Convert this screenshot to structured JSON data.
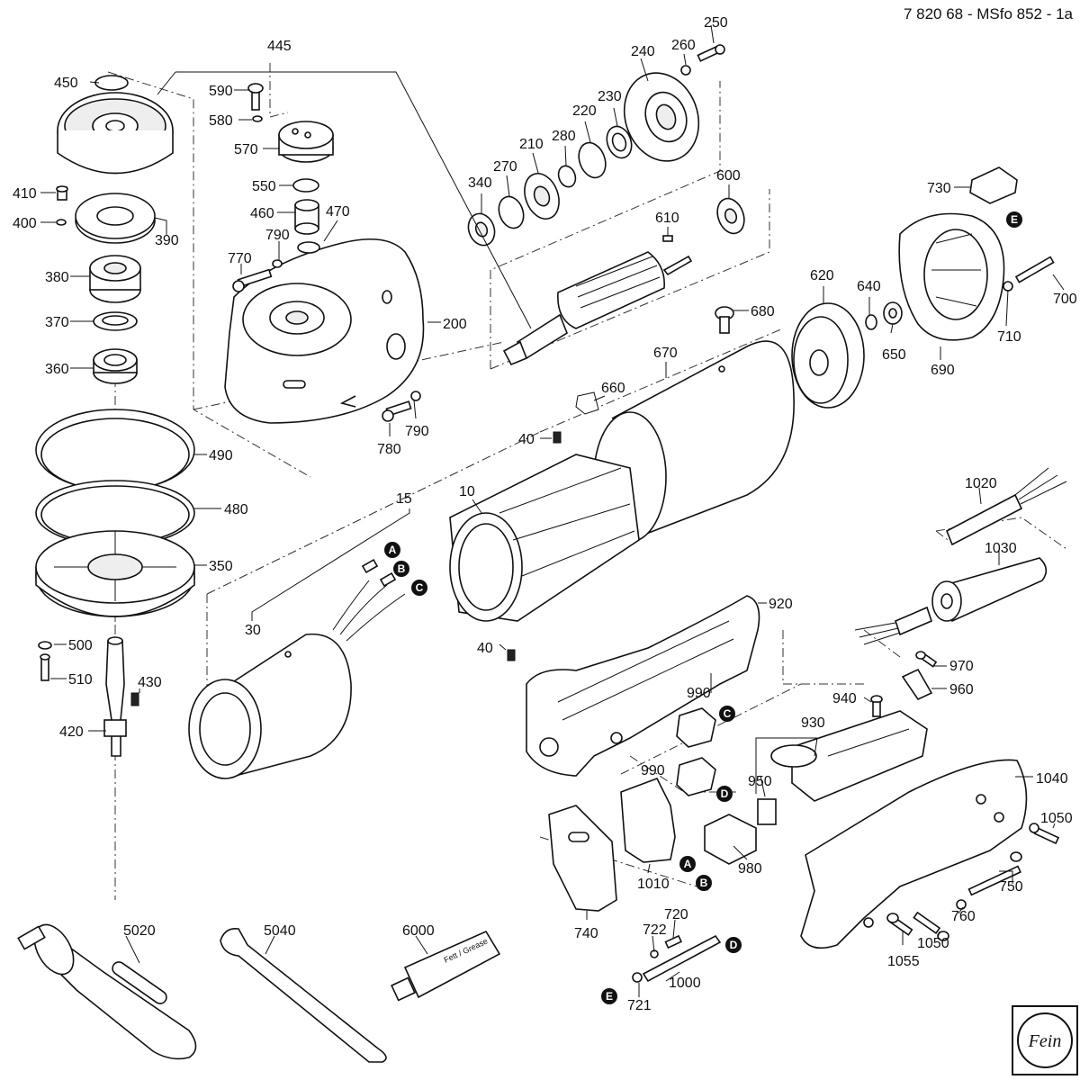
{
  "header": {
    "drawing_id": "7 820 68 - MSfo 852 - 1a"
  },
  "logo": {
    "text": "Fein"
  },
  "parts": [
    {
      "id": "p250",
      "n": "250"
    },
    {
      "id": "p260",
      "n": "260"
    },
    {
      "id": "p240",
      "n": "240"
    },
    {
      "id": "p445",
      "n": "445"
    },
    {
      "id": "p450",
      "n": "450"
    },
    {
      "id": "p590",
      "n": "590"
    },
    {
      "id": "p580",
      "n": "580"
    },
    {
      "id": "p570",
      "n": "570"
    },
    {
      "id": "p230",
      "n": "230"
    },
    {
      "id": "p220",
      "n": "220"
    },
    {
      "id": "p280",
      "n": "280"
    },
    {
      "id": "p210",
      "n": "210"
    },
    {
      "id": "p270",
      "n": "270"
    },
    {
      "id": "p340",
      "n": "340"
    },
    {
      "id": "p600",
      "n": "600"
    },
    {
      "id": "p730",
      "n": "730"
    },
    {
      "id": "p550",
      "n": "550"
    },
    {
      "id": "p410",
      "n": "410"
    },
    {
      "id": "p400",
      "n": "400"
    },
    {
      "id": "p390",
      "n": "390"
    },
    {
      "id": "p460",
      "n": "460"
    },
    {
      "id": "p470",
      "n": "470"
    },
    {
      "id": "p790a",
      "n": "790"
    },
    {
      "id": "p610",
      "n": "610"
    },
    {
      "id": "p770",
      "n": "770"
    },
    {
      "id": "p380",
      "n": "380"
    },
    {
      "id": "p620",
      "n": "620"
    },
    {
      "id": "p640",
      "n": "640"
    },
    {
      "id": "p700",
      "n": "700"
    },
    {
      "id": "p680",
      "n": "680"
    },
    {
      "id": "p200",
      "n": "200"
    },
    {
      "id": "p370",
      "n": "370"
    },
    {
      "id": "p710",
      "n": "710"
    },
    {
      "id": "p650",
      "n": "650"
    },
    {
      "id": "p690",
      "n": "690"
    },
    {
      "id": "p670",
      "n": "670"
    },
    {
      "id": "p360",
      "n": "360"
    },
    {
      "id": "p660",
      "n": "660"
    },
    {
      "id": "p790b",
      "n": "790"
    },
    {
      "id": "p780",
      "n": "780"
    },
    {
      "id": "p40a",
      "n": "40"
    },
    {
      "id": "p490",
      "n": "490"
    },
    {
      "id": "p10",
      "n": "10"
    },
    {
      "id": "p15",
      "n": "15"
    },
    {
      "id": "p1020",
      "n": "1020"
    },
    {
      "id": "p480",
      "n": "480"
    },
    {
      "id": "p1030",
      "n": "1030"
    },
    {
      "id": "p350",
      "n": "350"
    },
    {
      "id": "p920",
      "n": "920"
    },
    {
      "id": "p30",
      "n": "30"
    },
    {
      "id": "p40b",
      "n": "40"
    },
    {
      "id": "p500",
      "n": "500"
    },
    {
      "id": "p970",
      "n": "970"
    },
    {
      "id": "p510",
      "n": "510"
    },
    {
      "id": "p430",
      "n": "430"
    },
    {
      "id": "p990a",
      "n": "990"
    },
    {
      "id": "p960",
      "n": "960"
    },
    {
      "id": "p940",
      "n": "940"
    },
    {
      "id": "p930",
      "n": "930"
    },
    {
      "id": "p420",
      "n": "420"
    },
    {
      "id": "p990b",
      "n": "990"
    },
    {
      "id": "p950",
      "n": "950"
    },
    {
      "id": "p1040",
      "n": "1040"
    },
    {
      "id": "p1050a",
      "n": "1050"
    },
    {
      "id": "p980",
      "n": "980"
    },
    {
      "id": "p1010",
      "n": "1010"
    },
    {
      "id": "p750",
      "n": "750"
    },
    {
      "id": "p720",
      "n": "720"
    },
    {
      "id": "p5020",
      "n": "5020"
    },
    {
      "id": "p5040",
      "n": "5040"
    },
    {
      "id": "p6000",
      "n": "6000"
    },
    {
      "id": "p740",
      "n": "740"
    },
    {
      "id": "p722",
      "n": "722"
    },
    {
      "id": "p760",
      "n": "760"
    },
    {
      "id": "p1050b",
      "n": "1050"
    },
    {
      "id": "p1000",
      "n": "1000"
    },
    {
      "id": "p1055",
      "n": "1055"
    },
    {
      "id": "p721",
      "n": "721"
    }
  ],
  "markers": [
    "A",
    "B",
    "C",
    "D",
    "E"
  ],
  "tube_print": "Fett / Grease"
}
